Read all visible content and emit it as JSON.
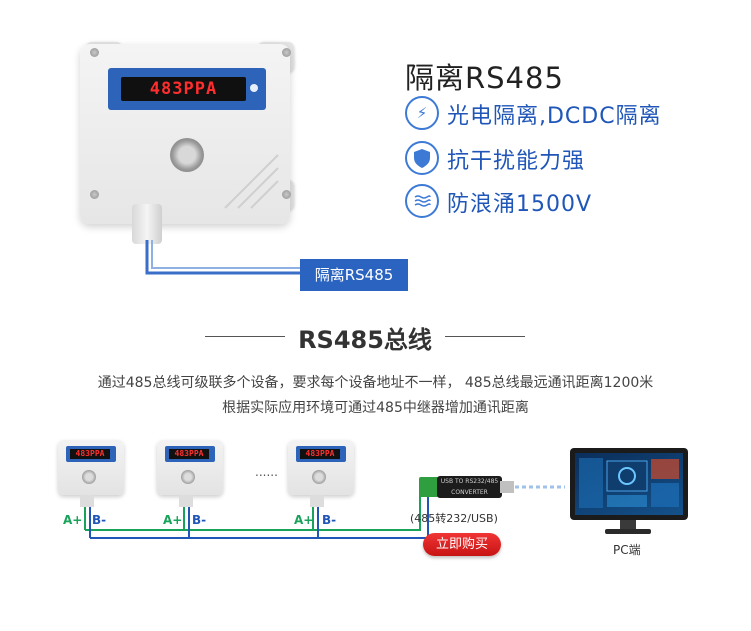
{
  "device": {
    "display_text": "483PPA",
    "label": "隔离RS485"
  },
  "features": {
    "title": "隔离RS485",
    "items": [
      {
        "icon": "lightning-icon",
        "text": "光电隔离,DCDC隔离"
      },
      {
        "icon": "shield-icon",
        "text": "抗干扰能力强"
      },
      {
        "icon": "wave-icon",
        "text": "防浪涌1500V"
      }
    ]
  },
  "bus": {
    "title": "RS485总线",
    "desc_line1": "通过485总线可级联多个设备，要求每个设备地址不一样， 485总线最远通讯距离1200米",
    "desc_line2": "根据实际应用环境可通过485中继器增加通讯距离",
    "devices": [
      {
        "display": "483PPA",
        "a_label": "A+",
        "b_label": "B-"
      },
      {
        "display": "483PPA",
        "a_label": "A+",
        "b_label": "B-"
      },
      {
        "display": "483PPA",
        "a_label": "A+",
        "b_label": "B-"
      }
    ],
    "ellipsis": "......",
    "converter_text": "USB TO RS232/485 CONVERTER",
    "converter_label": "(485转232/USB)",
    "buy_button": "立即购买",
    "pc_label": "PC端"
  },
  "colors": {
    "accent": "#2b63c0",
    "wire_green": "#19a35a",
    "wire_blue": "#1f56b8",
    "buy": "#e02020"
  }
}
